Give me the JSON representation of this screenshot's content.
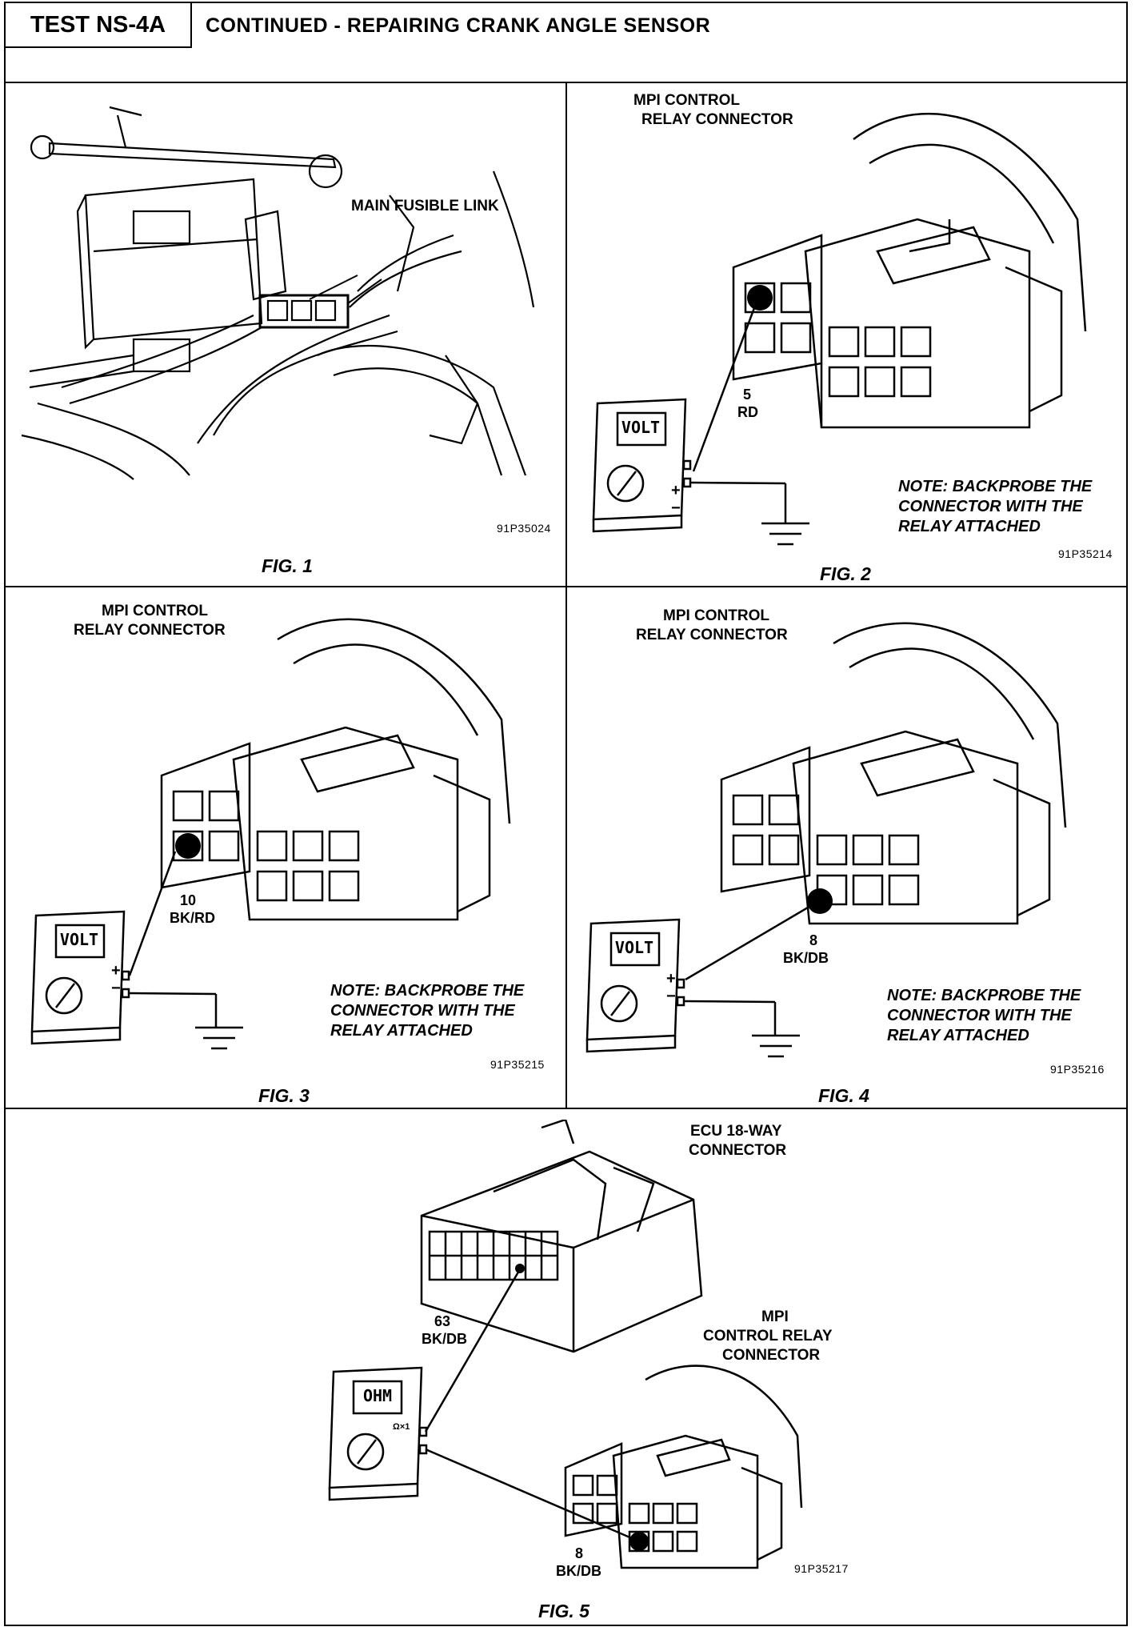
{
  "header": {
    "test_id": "TEST NS-4A",
    "title": "CONTINUED - REPAIRING CRANK ANGLE SENSOR"
  },
  "fig1": {
    "caption": "FIG. 1",
    "label": "MAIN FUSIBLE LINK",
    "code": "91P35024"
  },
  "fig2": {
    "caption": "FIG. 2",
    "connector_label_1": "MPI CONTROL",
    "connector_label_2": "RELAY CONNECTOR",
    "pin": "5",
    "wire": "RD",
    "meter": "VOLT",
    "plus": "+",
    "minus": "−",
    "note_1": "NOTE: BACKPROBE THE",
    "note_2": "CONNECTOR WITH THE",
    "note_3": "RELAY ATTACHED",
    "code": "91P35214"
  },
  "fig3": {
    "caption": "FIG. 3",
    "connector_label_1": "MPI CONTROL",
    "connector_label_2": "RELAY CONNECTOR",
    "pin": "10",
    "wire": "BK/RD",
    "meter": "VOLT",
    "plus": "+",
    "minus": "−",
    "note_1": "NOTE: BACKPROBE THE",
    "note_2": "CONNECTOR WITH THE",
    "note_3": "RELAY ATTACHED",
    "code": "91P35215"
  },
  "fig4": {
    "caption": "FIG. 4",
    "connector_label_1": "MPI CONTROL",
    "connector_label_2": "RELAY CONNECTOR",
    "pin": "8",
    "wire": "BK/DB",
    "meter": "VOLT",
    "plus": "+",
    "minus": "−",
    "note_1": "NOTE: BACKPROBE THE",
    "note_2": "CONNECTOR WITH THE",
    "note_3": "RELAY ATTACHED",
    "code": "91P35216"
  },
  "fig5": {
    "caption": "FIG. 5",
    "ecu_label_1": "ECU 18-WAY",
    "ecu_label_2": "CONNECTOR",
    "ecu_pin": "63",
    "ecu_wire": "BK/DB",
    "relay_label_1": "MPI",
    "relay_label_2": "CONTROL RELAY",
    "relay_label_3": "CONNECTOR",
    "relay_pin": "8",
    "relay_wire": "BK/DB",
    "meter": "OHM",
    "meter_range": "Ω×1",
    "code": "91P35217"
  }
}
